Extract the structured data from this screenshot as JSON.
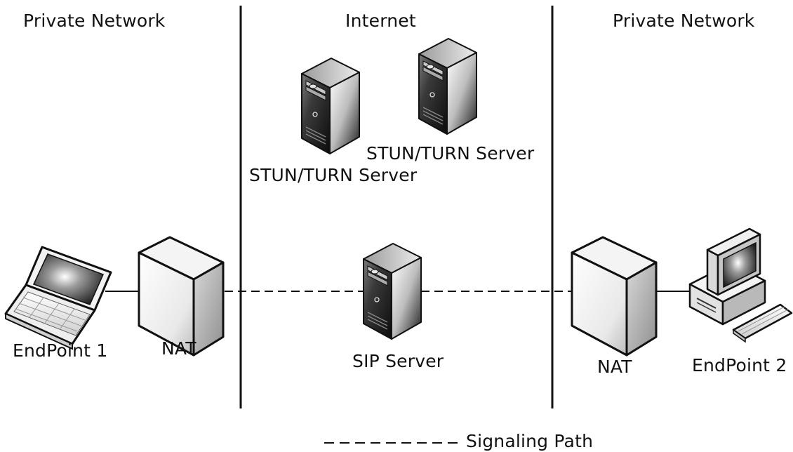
{
  "zones": {
    "left": "Private Network",
    "center": "Internet",
    "right": "Private Network"
  },
  "nodes": {
    "endpoint1": "EndPoint 1",
    "nat_left": "NAT",
    "sip_server": "SIP Server",
    "nat_right": "NAT",
    "endpoint2": "EndPoint 2",
    "stun_turn_1": "STUN/TURN Server",
    "stun_turn_2": "STUN/TURN Server"
  },
  "legend": {
    "signaling": "Signaling Path"
  },
  "icons": {
    "laptop": "laptop-icon",
    "nat": "nat-box-icon",
    "server": "server-tower-icon",
    "desktop": "desktop-computer-icon"
  }
}
